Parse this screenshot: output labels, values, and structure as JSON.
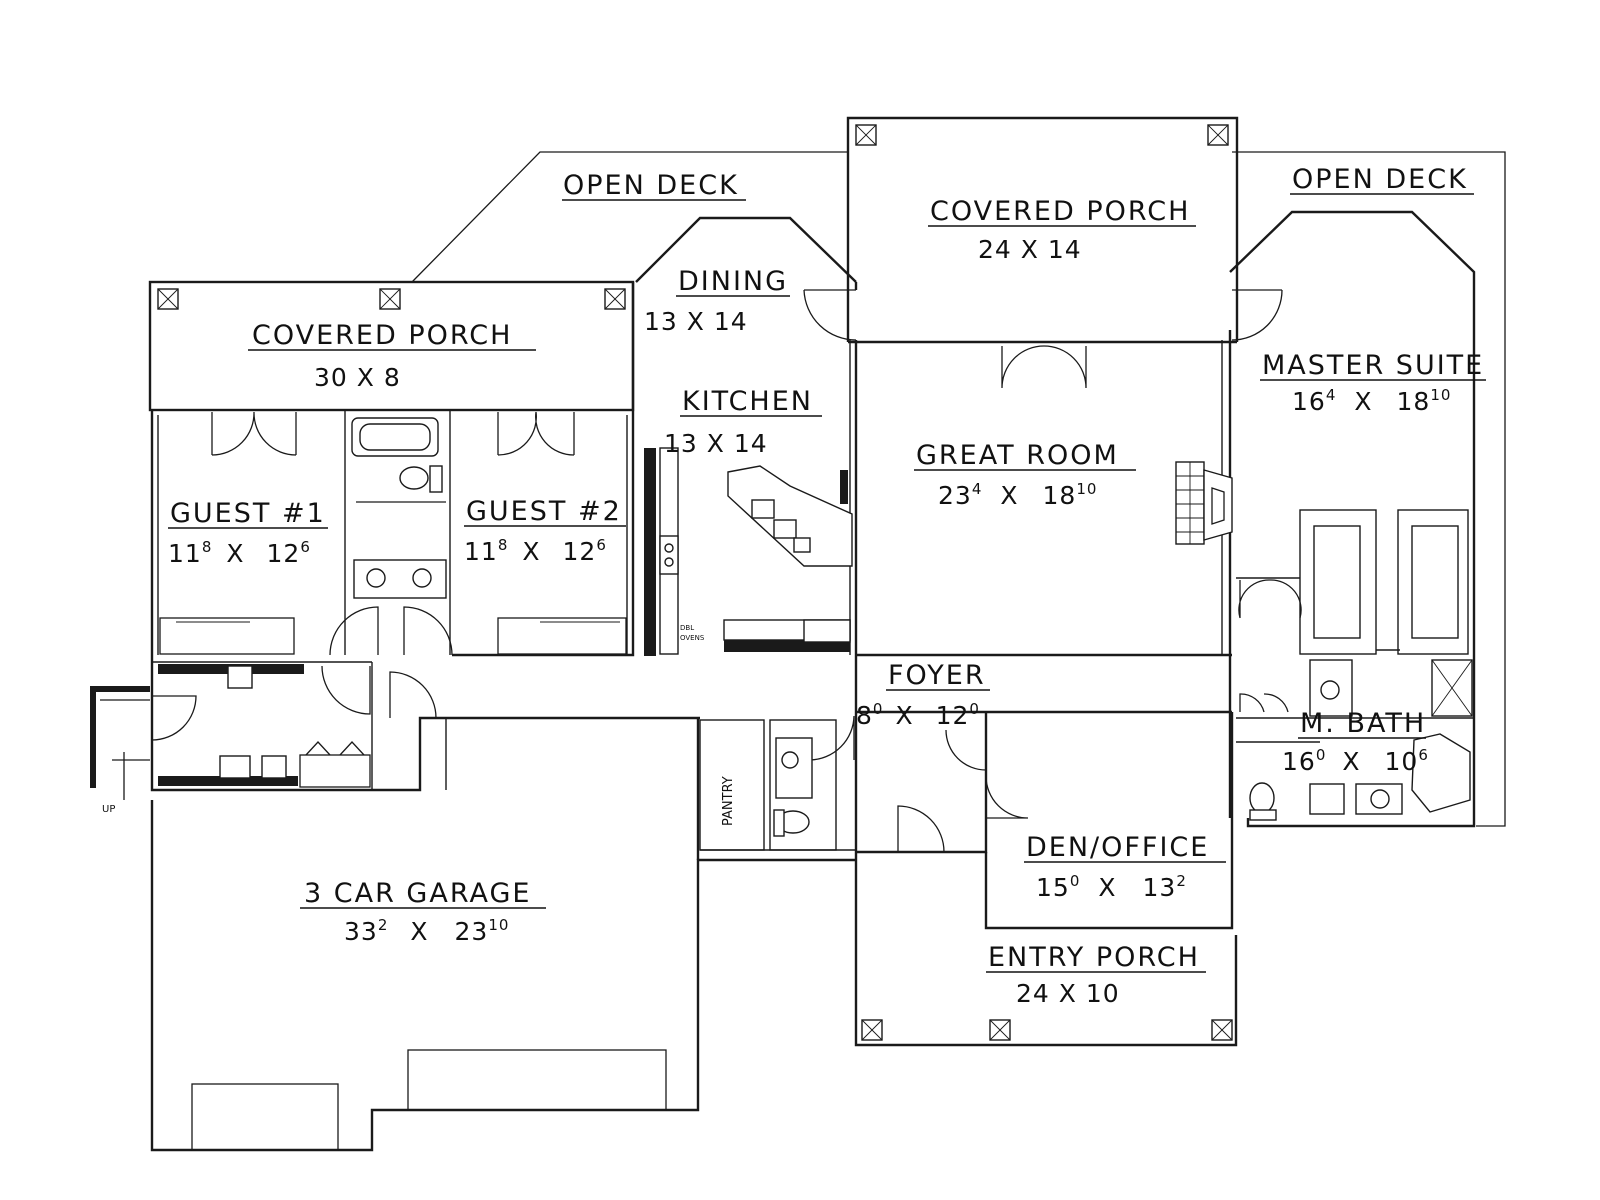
{
  "rooms": {
    "open_deck_left": {
      "name": "OPEN DECK"
    },
    "open_deck_right": {
      "name": "OPEN DECK"
    },
    "covered_porch_center": {
      "name": "COVERED PORCH",
      "dims": "24  X  14"
    },
    "covered_porch_left": {
      "name": "COVERED PORCH",
      "dims": "30  X  8"
    },
    "dining": {
      "name": "DINING",
      "dims": "13  X  14"
    },
    "kitchen": {
      "name": "KITCHEN",
      "dims": "13  X  14"
    },
    "great_room": {
      "name": "GREAT ROOM",
      "w": "23",
      "w_sup": "4",
      "x": "X",
      "l": "18",
      "l_sup": "10"
    },
    "master_suite": {
      "name": "MASTER SUITE",
      "w": "16",
      "w_sup": "4",
      "x": "X",
      "l": "18",
      "l_sup": "10"
    },
    "guest1": {
      "name": "GUEST #1",
      "w": "11",
      "w_sup": "8",
      "x": "X",
      "l": "12",
      "l_sup": "6"
    },
    "guest2": {
      "name": "GUEST #2",
      "w": "11",
      "w_sup": "8",
      "x": "X",
      "l": "12",
      "l_sup": "6"
    },
    "foyer": {
      "name": "FOYER",
      "w": "8",
      "w_sup": "0",
      "x": "X",
      "l": "12",
      "l_sup": "0"
    },
    "master_bath": {
      "name": "M. BATH",
      "w": "16",
      "w_sup": "0",
      "x": "X",
      "l": "10",
      "l_sup": "6"
    },
    "den_office": {
      "name": "DEN/OFFICE",
      "w": "15",
      "w_sup": "0",
      "x": "X",
      "l": "13",
      "l_sup": "2"
    },
    "garage": {
      "name": "3 CAR GARAGE",
      "w": "33",
      "w_sup": "2",
      "x": "X",
      "l": "23",
      "l_sup": "10"
    },
    "entry_porch": {
      "name": "ENTRY PORCH",
      "dims": "24  X  10"
    }
  },
  "annotations": {
    "pantry": "PANTRY",
    "stair": "UP",
    "ovens_1": "DBL",
    "ovens_2": "OVENS"
  }
}
